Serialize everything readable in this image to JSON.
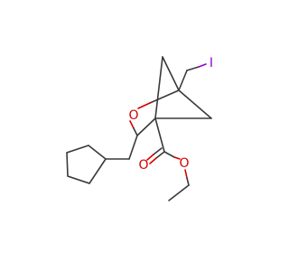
{
  "molecule": {
    "atoms": {
      "ring_oxygen": "O",
      "carbonyl_oxygen": "O",
      "ester_oxygen": "O",
      "iodine": "I"
    },
    "colors": {
      "bond": "#3a3a3a",
      "oxygen": "#d40000",
      "iodine": "#9400d3"
    }
  }
}
